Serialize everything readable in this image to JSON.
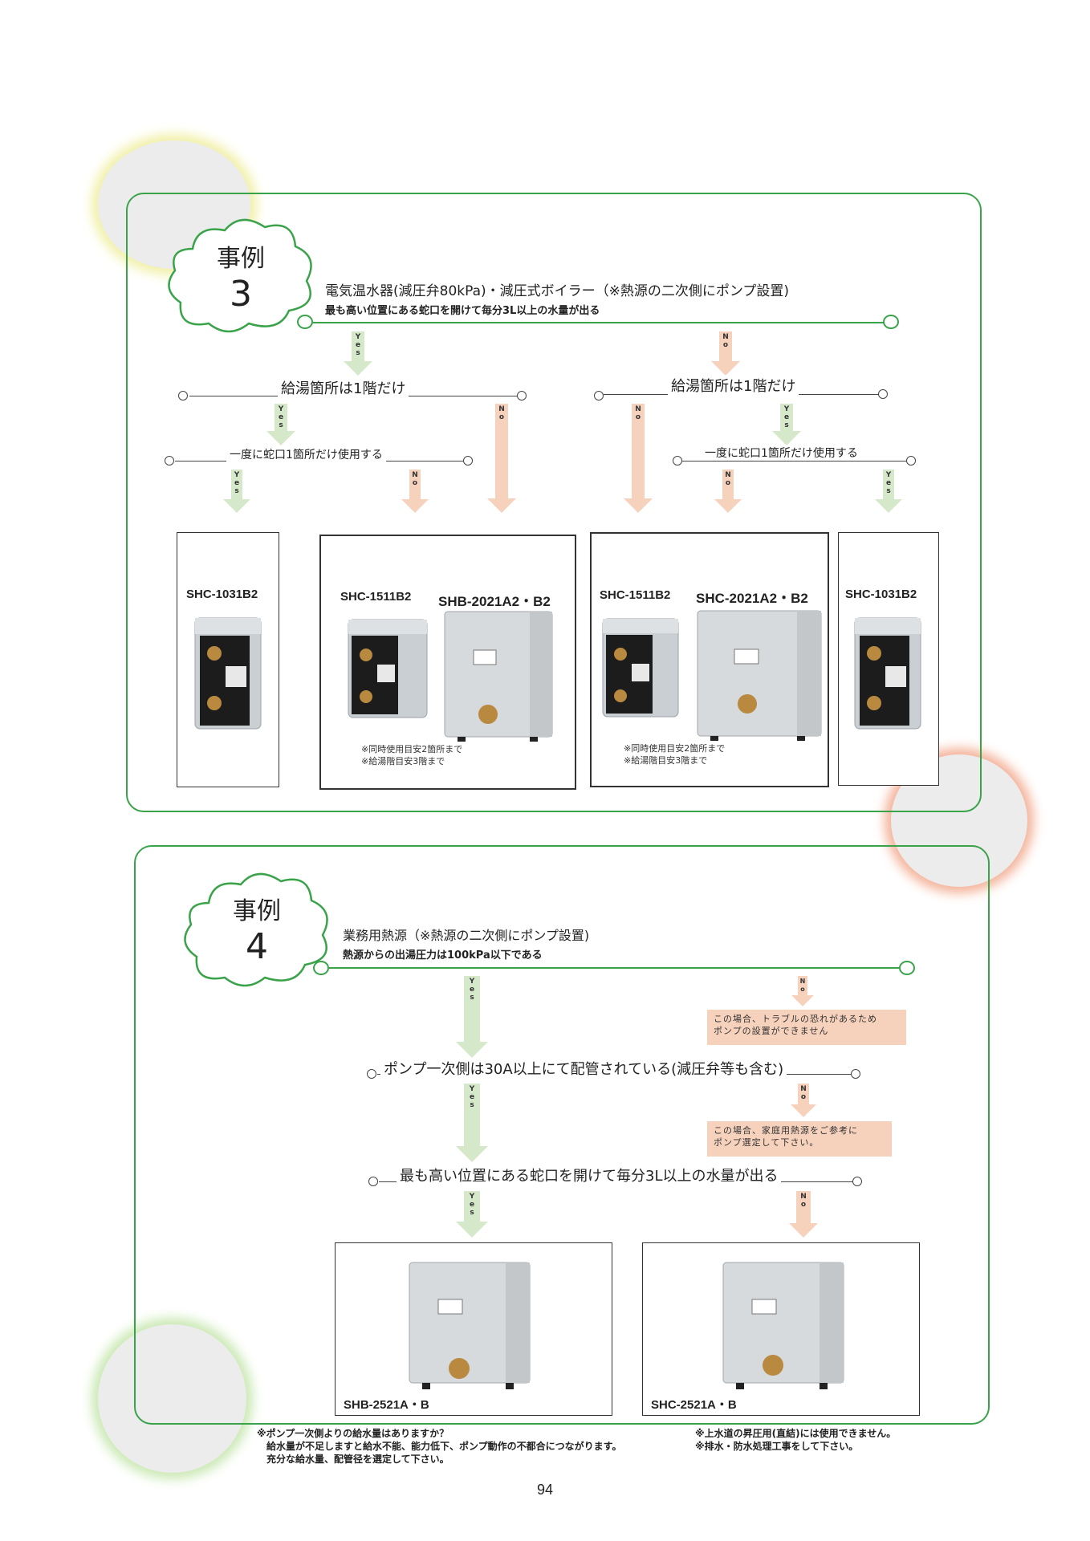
{
  "case3": {
    "badge_label": "事例",
    "badge_number": "3",
    "title": "電気温水器(減圧弁80kPa)・減圧式ボイラー（※熱源の二次側にポンプ設置)",
    "subtitle": "最も高い位置にある蛇口を開けて毎分3L以上の水量が出る",
    "left_question": "給湯箇所は1階だけ",
    "right_question": "給湯箇所は1階だけ",
    "left_sub_question": "一度に蛇口1箇所だけ使用する",
    "right_sub_question": "一度に蛇口1箇所だけ使用する",
    "yes": "Yes",
    "no": "No",
    "box1_model": "SHC-1031B2",
    "box2_model_a": "SHC-1511B2",
    "box2_model_b": "SHB-2021A2・B2",
    "box2_note": "※同時使用目安2箇所まで\n※給湯階目安3階まで",
    "box3_model_a": "SHC-1511B2",
    "box3_model_b": "SHC-2021A2・B2",
    "box3_note": "※同時使用目安2箇所まで\n※給湯階目安3階まで",
    "box4_model": "SHC-1031B2"
  },
  "case4": {
    "badge_label": "事例",
    "badge_number": "4",
    "title": "業務用熱源（※熱源の二次側にポンプ設置)",
    "subtitle": "熱源からの出湯圧力は100kPa以下である",
    "yes": "Yes",
    "no": "No",
    "warn1": "この場合、トラブルの恐れがあるため\nポンプの設置ができません",
    "question2": "ポンプ一次側は30A以上にて配管されている(減圧弁等も含む)",
    "warn2": "この場合、家庭用熱源をご参考に\nポンプ選定して下さい。",
    "question3": "最も高い位置にある蛇口を開けて毎分3L以上の水量が出る",
    "box1_model": "SHB-2521A・B",
    "box2_model": "SHC-2521A・B"
  },
  "footer": {
    "left": "※ポンプ一次側よりの給水量はありますか？\n　給水量が不足しますと給水不能、能力低下、ポンプ動作の不都合につながります。\n　充分な給水量、配管径を選定して下さい。",
    "right": "※上水道の昇圧用(直結)には使用できません。\n※排水・防水処理工事をして下さい。"
  },
  "page_number": "94",
  "colors": {
    "frame_green": "#3aa34a",
    "yes_arrow": "#d5e8c9",
    "no_arrow": "#f6d2bd",
    "warn_bg": "#f6d2bd"
  }
}
